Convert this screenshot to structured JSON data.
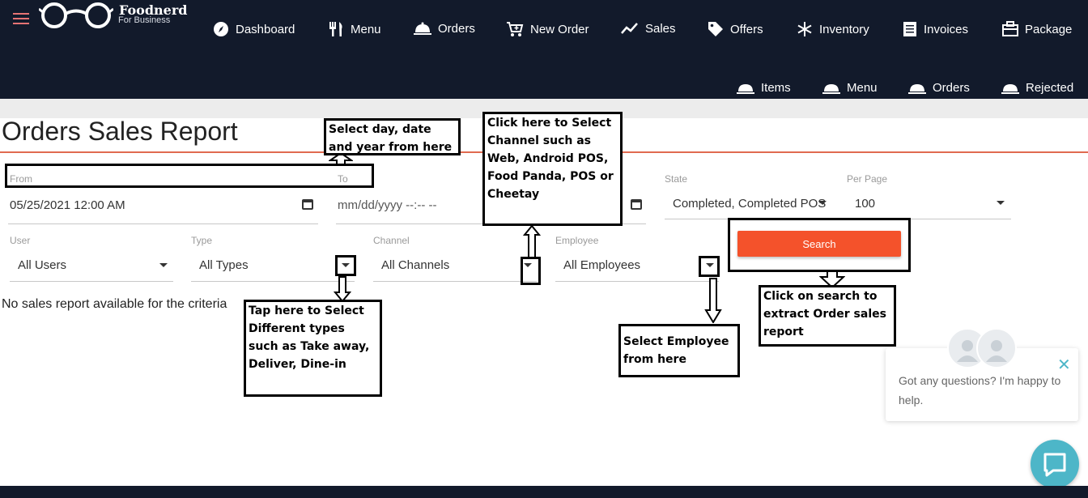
{
  "brand": {
    "name": "Foodnerd",
    "subtitle": "For Business"
  },
  "nav": {
    "primary": [
      {
        "label": "Dashboard",
        "icon": "compass-icon"
      },
      {
        "label": "Menu",
        "icon": "fork-knife-icon"
      },
      {
        "label": "Orders",
        "icon": "cloche-icon"
      },
      {
        "label": "New Order",
        "icon": "cart-plus-icon"
      },
      {
        "label": "Sales",
        "icon": "trend-line-icon"
      },
      {
        "label": "Offers",
        "icon": "tag-icon"
      },
      {
        "label": "Inventory",
        "icon": "snowflake-icon"
      },
      {
        "label": "Invoices",
        "icon": "invoice-icon"
      },
      {
        "label": "Package",
        "icon": "package-icon"
      }
    ],
    "secondary": [
      {
        "label": "Items",
        "icon": "cloche-icon"
      },
      {
        "label": "Menu",
        "icon": "cloche-icon"
      },
      {
        "label": "Orders",
        "icon": "cloche-icon"
      },
      {
        "label": "Rejected",
        "icon": "cloche-icon"
      }
    ]
  },
  "page": {
    "title": "Orders Sales Report"
  },
  "filters": {
    "from": {
      "label": "From",
      "value": "05/25/2021 12:00 AM"
    },
    "to": {
      "label": "To",
      "value": "mm/dd/yyyy --:-- --"
    },
    "state": {
      "label": "State",
      "value": "Completed, Completed POS"
    },
    "per_page": {
      "label": "Per Page",
      "value": "100"
    },
    "user": {
      "label": "User",
      "value": "All Users"
    },
    "type": {
      "label": "Type",
      "value": "All Types"
    },
    "channel": {
      "label": "Channel",
      "value": "All Channels"
    },
    "employee": {
      "label": "Employee",
      "value": "All Employees"
    }
  },
  "search": {
    "label": "Search"
  },
  "results": {
    "empty_message": "No sales report available for the criteria"
  },
  "annotations": {
    "date": "Select day, date and year from here",
    "channel": "Click here to Select Channel such as Web, Android POS, Food Panda, POS or Cheetay",
    "type": "Tap here to Select Different types such as Take away, Deliver, Dine-in",
    "employee": "Select Employee from here",
    "search": "Click on search to extract Order sales report"
  },
  "chat": {
    "message": "Got any questions? I'm happy to help."
  },
  "colors": {
    "topbar": "#121a2b",
    "accent": "#f4522b",
    "chat": "#4db6c8"
  }
}
